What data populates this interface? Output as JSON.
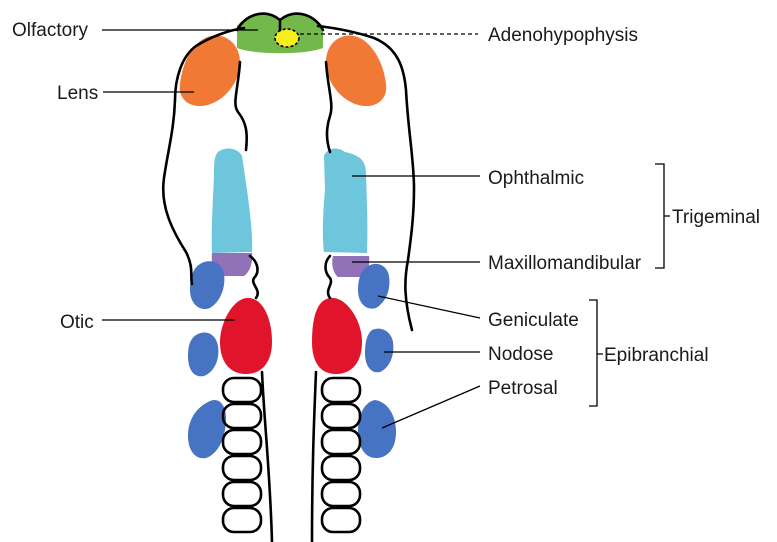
{
  "labels": {
    "olfactory": "Olfactory",
    "lens": "Lens",
    "otic": "Otic",
    "adenohypophysis": "Adenohypophysis",
    "ophthalmic": "Ophthalmic",
    "maxillomandibular": "Maxillomandibular",
    "trigeminal": "Trigeminal",
    "geniculate": "Geniculate",
    "nodose": "Nodose",
    "petrosal": "Petrosal",
    "epibranchial": "Epibranchial"
  },
  "colors": {
    "olfactory": "#72b84a",
    "adenohypophysis": "#f5ee1a",
    "lens": "#f07a35",
    "trigeminal_ophthalmic": "#6ec6dc",
    "trigeminal_maxillomandibular": "#8f72b8",
    "epibranchial_placodes": "#4673c2",
    "otic": "#e0152c",
    "outline": "#000000"
  }
}
